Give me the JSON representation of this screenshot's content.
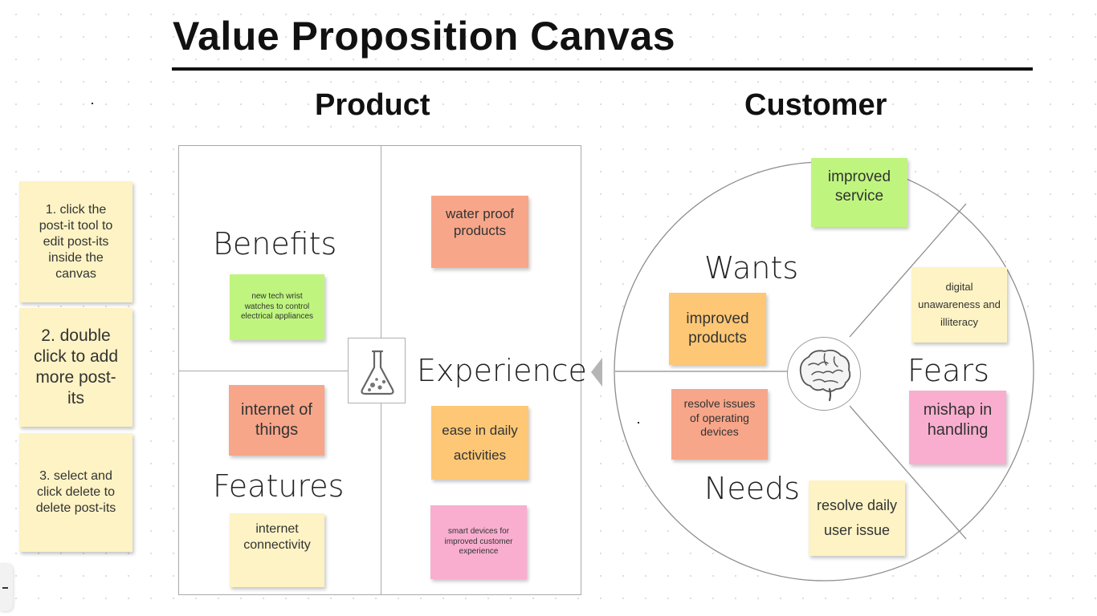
{
  "title": "Value Proposition Canvas",
  "product": {
    "heading": "Product",
    "labels": {
      "benefits": "Benefits",
      "experience": "Experience",
      "features": "Features"
    },
    "icon": "flask-icon",
    "notes": {
      "benefits_note": "new tech wrist watches to control electrical appliances",
      "water_proof": "water proof products",
      "internet_of_things": "internet of things",
      "ease": "ease in daily activities",
      "connectivity": "internet connectivity",
      "smart_devices": "smart devices for improved customer experience"
    }
  },
  "customer": {
    "heading": "Customer",
    "labels": {
      "wants": "Wants",
      "fears": "Fears",
      "needs": "Needs"
    },
    "icon": "brain-icon",
    "notes": {
      "improved_service": "improved service",
      "improved_products": "improved products",
      "digital_unawareness": "digital unawareness and illiteracy",
      "resolve_issues": "resolve issues of operating devices",
      "mishap": "mishap in handling",
      "resolve_daily": "resolve daily user issue"
    }
  },
  "instructions": {
    "step1": "1. click the post-it tool to edit post-its inside the canvas",
    "step2": "2. double click to add more post-its",
    "step3": "3. select and click delete to delete post-its"
  },
  "colors": {
    "yellow": "#fdf3c4",
    "green": "#bff57e",
    "salmon": "#f7a689",
    "orange": "#fdc775",
    "pink": "#f9aed0"
  }
}
